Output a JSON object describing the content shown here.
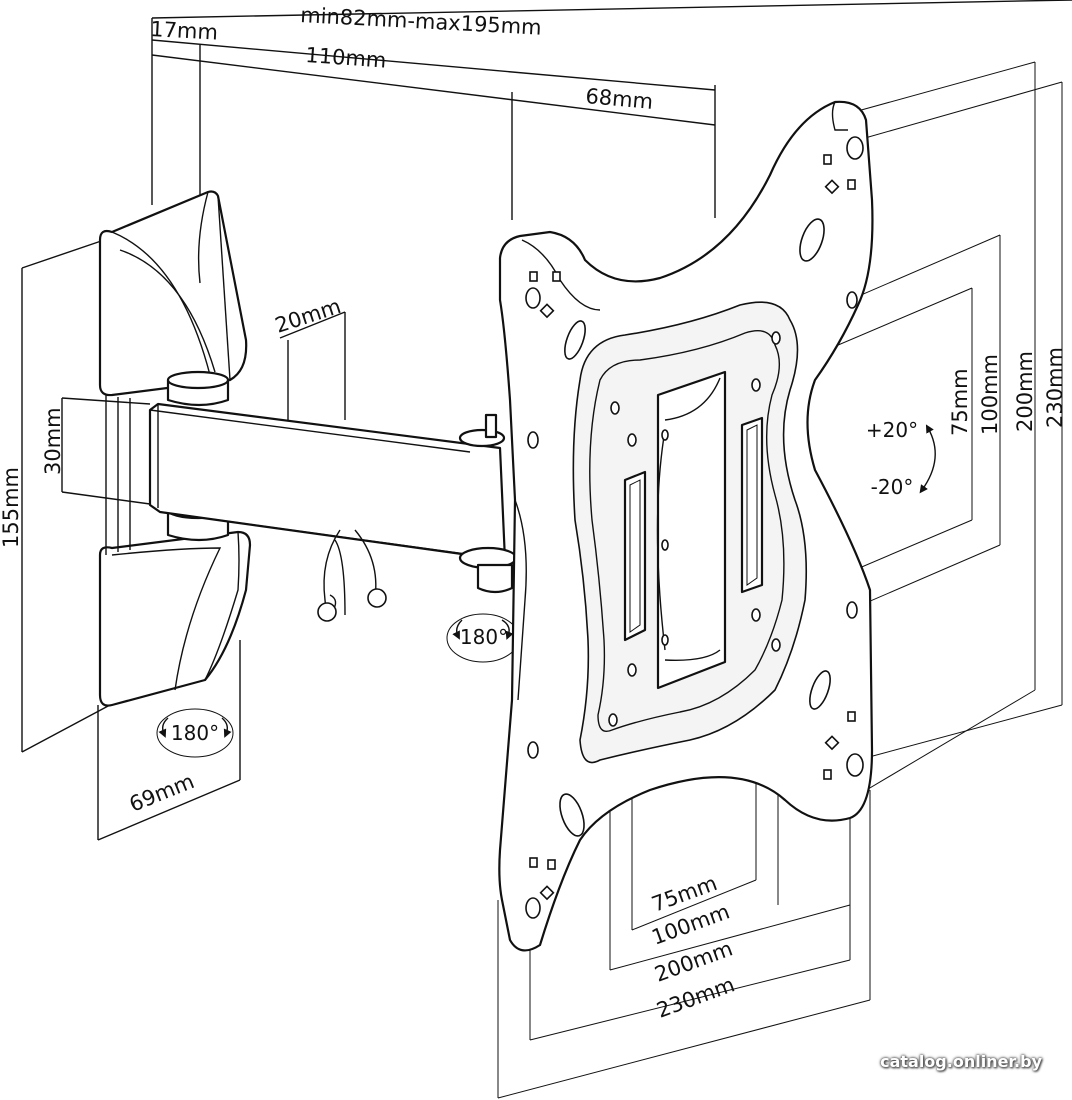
{
  "dimensions": {
    "extension_range": "min82mm-max195mm",
    "wall_plate_offset": "17mm",
    "arm_length": "110mm",
    "head_depth": "68mm",
    "arm_width": "20mm",
    "arm_height": "30mm",
    "wall_plate_height": "155mm",
    "wall_plate_width": "69mm",
    "vesa_vertical": [
      "75mm",
      "100mm",
      "200mm",
      "230mm"
    ],
    "vesa_horizontal": [
      "75mm",
      "100mm",
      "200mm",
      "230mm"
    ]
  },
  "rotations": {
    "wall_swivel": "180°",
    "arm_swivel": "180°",
    "tilt_up": "+20°",
    "tilt_down": "-20°"
  },
  "watermark": "catalog.onliner.by"
}
